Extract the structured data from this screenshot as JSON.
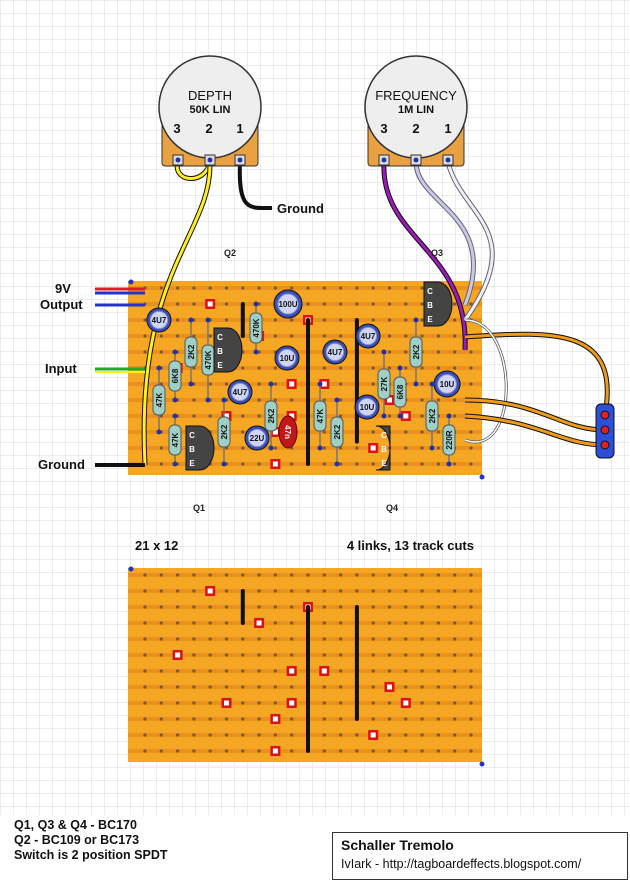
{
  "pots": [
    {
      "name": "DEPTH",
      "value": "50K LIN",
      "pins": [
        "3",
        "2",
        "1"
      ]
    },
    {
      "name": "FREQUENCY",
      "value": "1M LIN",
      "pins": [
        "3",
        "2",
        "1"
      ]
    }
  ],
  "labels": {
    "ground_pot": "Ground",
    "q2": "Q2",
    "q3": "Q3",
    "q1": "Q1",
    "q4": "Q4",
    "v9": "9V",
    "output": "Output",
    "input": "Input",
    "ground": "Ground"
  },
  "transistor_pins": [
    "C",
    "B",
    "E"
  ],
  "components": {
    "cap_4u7": "4U7",
    "cap_100u": "100U",
    "cap_10u": "10U",
    "cap_22u": "22U",
    "cap_47n": "47n",
    "r_2k2": "2K2",
    "r_470k": "470K",
    "r_6k8": "6K8",
    "r_47k": "47K",
    "r_27k": "27K",
    "r_220r": "220R"
  },
  "board": {
    "size": "21 x 12",
    "stats": "4 links, 13 track cuts"
  },
  "notes": [
    "Q1, Q3 & Q4 - BC170",
    "Q2 - BC109 or BC173",
    "Switch is 2 position SPDT"
  ],
  "title": {
    "name": "Schaller Tremolo",
    "credit": "IvIark - http://tagboardeffects.blogspot.com/"
  },
  "colors": {
    "board": "#f5a623",
    "track": "#e0801a",
    "cut": "#e01010",
    "link": "#111111",
    "resistor": "#9fd0c8",
    "cap": "#3b4fb8",
    "transistor": "#444444",
    "wire_yellow": "#ffee22",
    "wire_purple": "#9b1ab8",
    "wire_orange": "#f09a1a",
    "wire_red": "#e02020",
    "wire_blue": "#2233cc",
    "wire_green": "#22aa22"
  }
}
